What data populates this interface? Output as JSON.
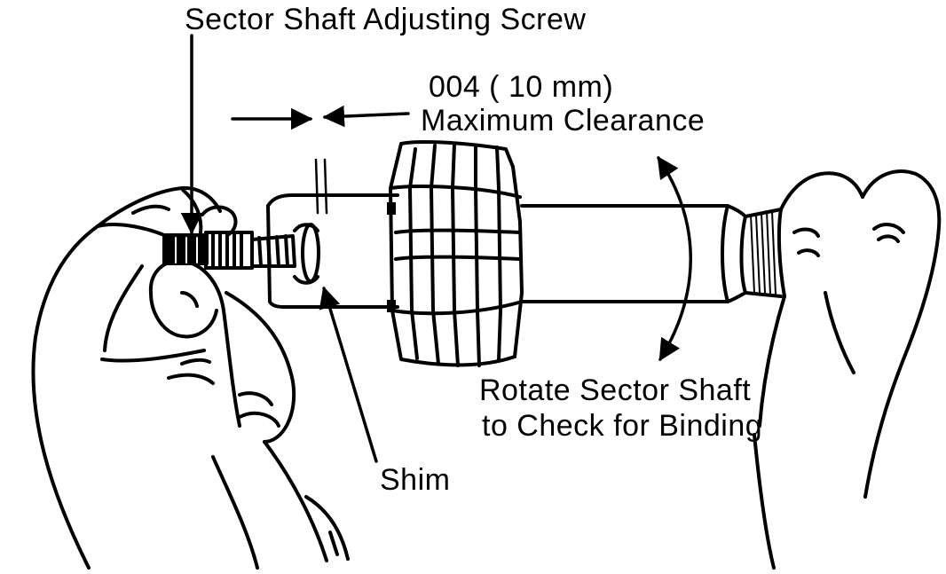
{
  "diagram": {
    "callouts": {
      "adjusting_screw": "Sector Shaft Adjusting Screw",
      "clearance_value": "004  ( 10 mm)",
      "clearance_caption": "Maximum Clearance",
      "rotate_line1": "Rotate Sector Shaft",
      "rotate_line2": "to Check for Binding",
      "shim": "Shim"
    },
    "colors": {
      "ink": "#000000",
      "paper": "#ffffff"
    }
  }
}
